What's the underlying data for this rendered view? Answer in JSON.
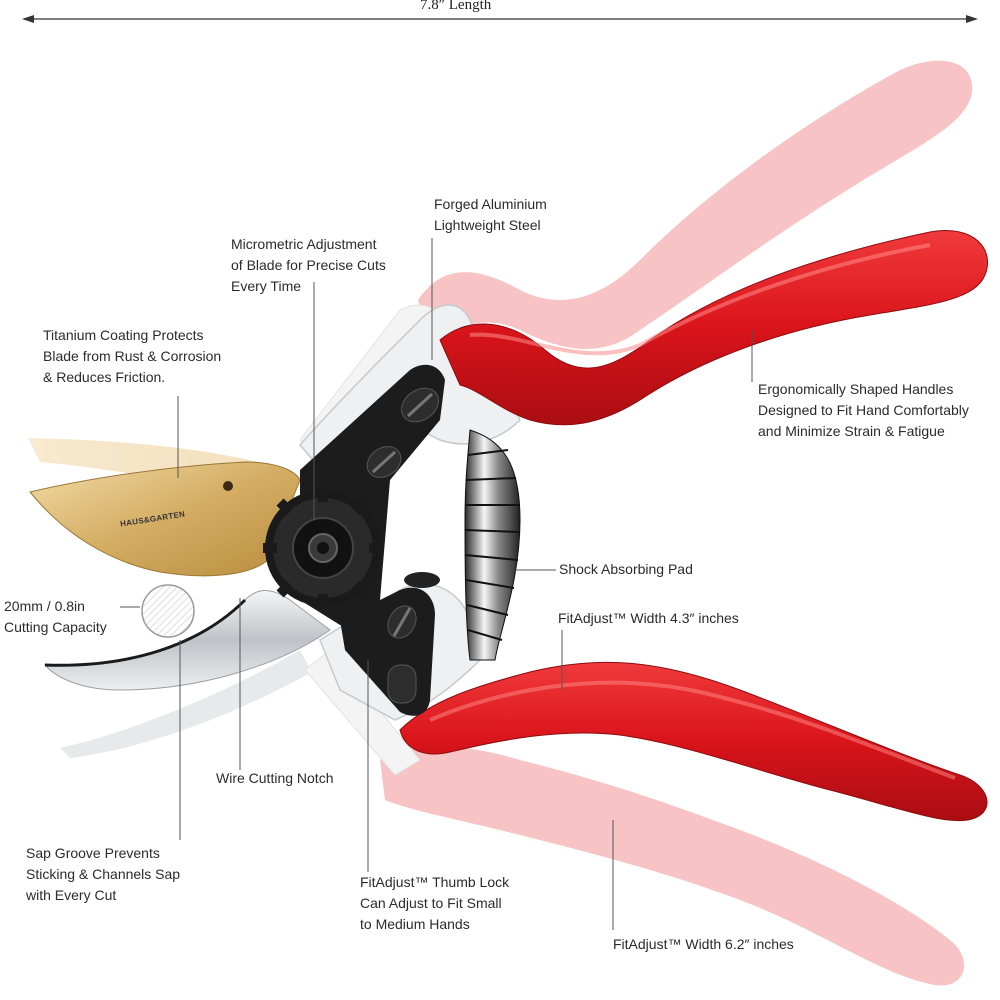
{
  "dimension": {
    "length_label": "7.8″ Length"
  },
  "brand": {
    "logo_text": "HAUS&GARTEN"
  },
  "colors": {
    "handle_red": "#d9141a",
    "handle_ghost": "#f6b2b4",
    "blade_gold": "#d9b676",
    "steel": "#c8cbcf",
    "frame_white": "#eef0f2",
    "hardware_black": "#1c1c1c"
  },
  "callouts": {
    "forged": [
      "Forged Aluminium",
      "Lightweight Steel"
    ],
    "micrometric": [
      "Micrometric Adjustment",
      "of Blade for Precise Cuts",
      "Every Time"
    ],
    "titanium": [
      "Titanium Coating Protects",
      "Blade from Rust & Corrosion",
      "& Reduces Friction."
    ],
    "ergonomic": [
      "Ergonomically Shaped Handles",
      "Designed to Fit Hand Comfortably",
      "and Minimize Strain & Fatigue"
    ],
    "shock": [
      "Shock Absorbing Pad"
    ],
    "fit43": [
      "FitAdjust™ Width 4.3″ inches"
    ],
    "capacity": [
      "20mm / 0.8in",
      "Cutting Capacity"
    ],
    "wire": [
      "Wire Cutting Notch"
    ],
    "sap": [
      "Sap Groove Prevents",
      "Sticking & Channels Sap",
      "with Every Cut"
    ],
    "thumb": [
      "FitAdjust™ Thumb Lock",
      "Can Adjust to Fit Small",
      "to Medium Hands"
    ],
    "fit62": [
      "FitAdjust™ Width 6.2″ inches"
    ]
  }
}
